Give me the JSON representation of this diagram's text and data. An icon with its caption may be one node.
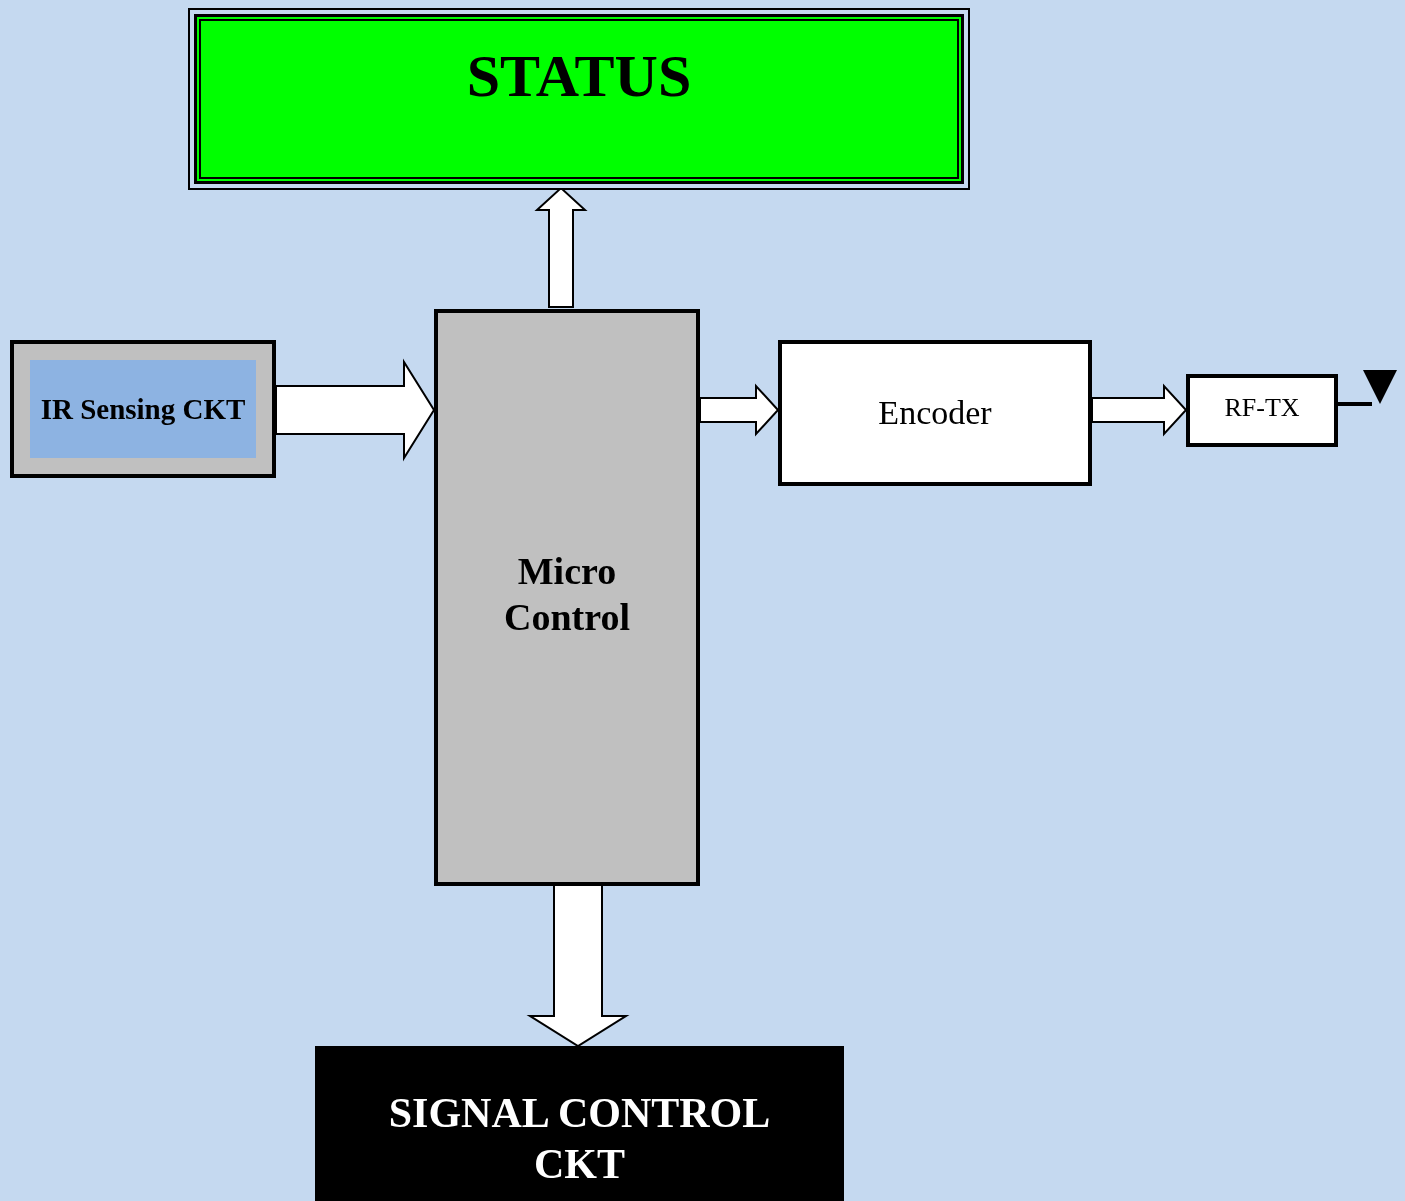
{
  "diagram": {
    "nodes": [
      {
        "text": [
          "STATUS"
        ]
      },
      {
        "text": [
          "IR Sensing CKT"
        ]
      },
      {
        "text": [
          "Micro Control"
        ]
      },
      {
        "text": [
          "Encoder"
        ]
      },
      {
        "text": [
          "RF-TX"
        ]
      },
      {
        "text": [
          "SIGNAL CONTROL CKT"
        ]
      },
      {
        "text": [],
        "shape": "antenna"
      }
    ],
    "edges": [
      {
        "from": 2,
        "to": 0,
        "arrow": "to"
      },
      {
        "from": 1,
        "to": 2,
        "arrow": "to"
      },
      {
        "from": 2,
        "to": 3,
        "arrow": "to"
      },
      {
        "from": 3,
        "to": 4,
        "arrow": "to"
      },
      {
        "from": 2,
        "to": 5,
        "arrow": "to"
      },
      {
        "from": 4,
        "to": 6,
        "arrow": "none"
      }
    ]
  }
}
